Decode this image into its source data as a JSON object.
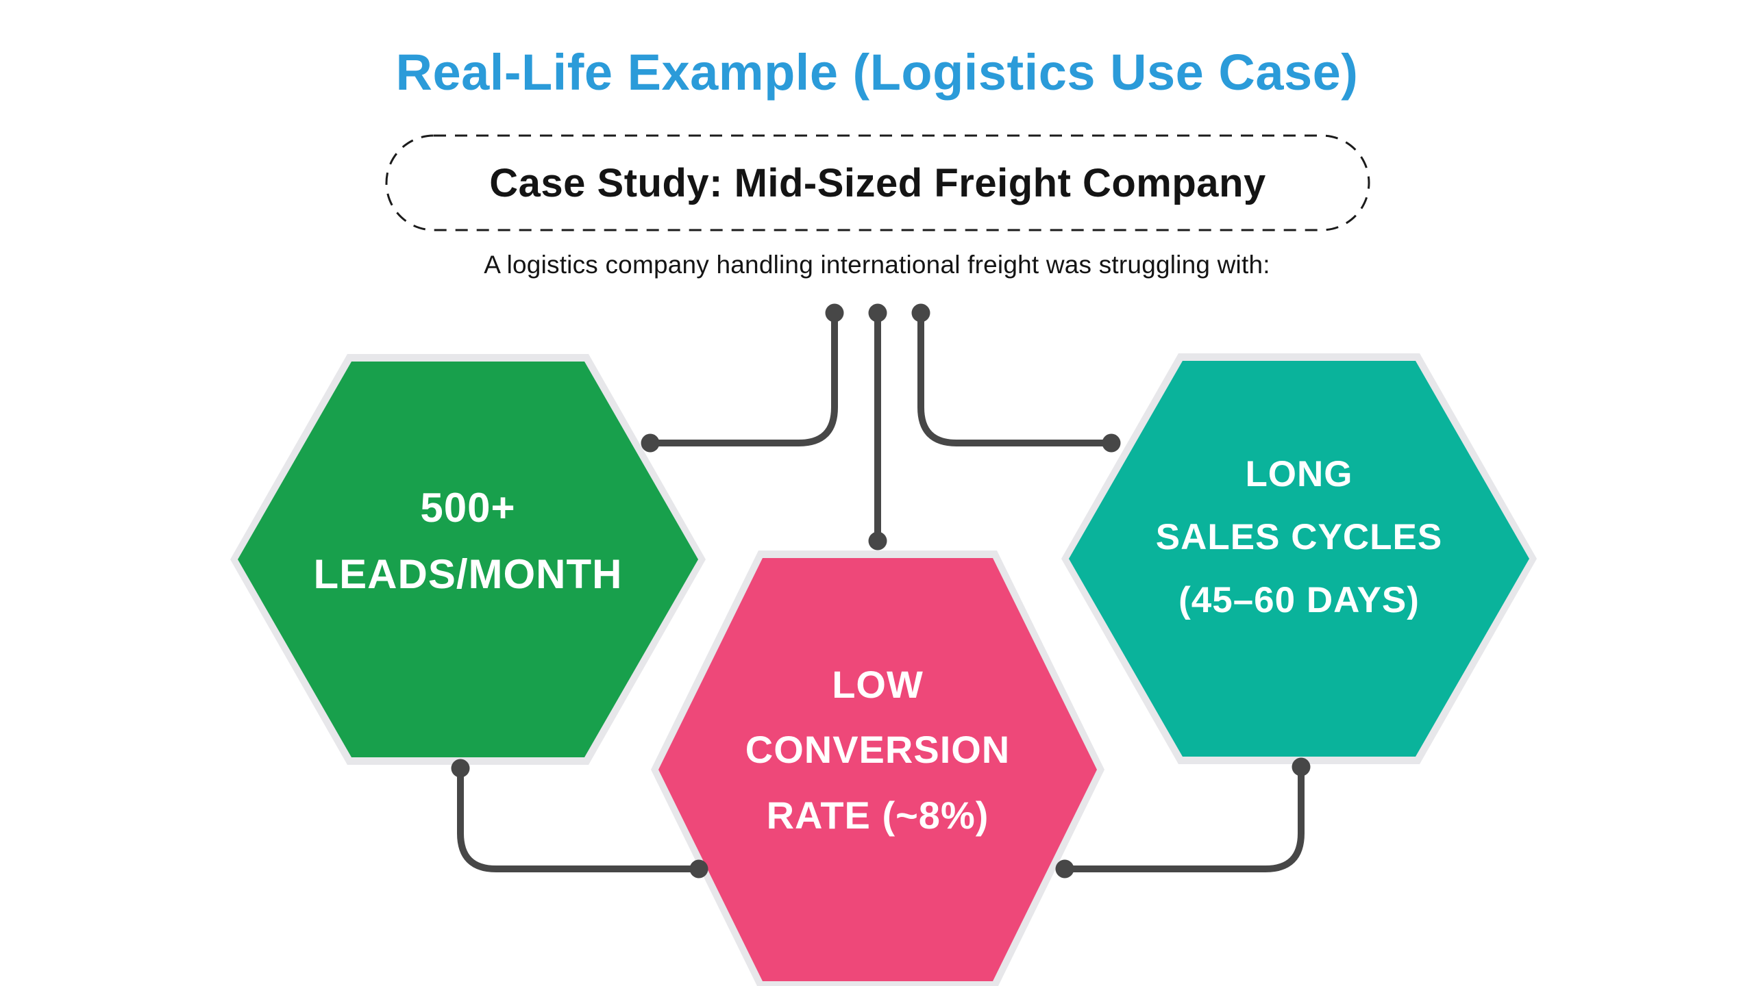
{
  "header": {
    "title": "Real-Life Example (Logistics Use Case)",
    "title_color": "#2B9BD9",
    "case_study_label": "Case Study: Mid-Sized Freight Company",
    "subtitle": "A logistics company handling international freight was struggling with:"
  },
  "colors": {
    "background": "#FFFFFF",
    "text_dark": "#141414",
    "dashed_border": "#1B1B1B",
    "hexagon_ring": "#E7E7EA",
    "hexagon_halo": "#FFFFFF",
    "connector": "#474747",
    "green": "#18A04C",
    "pink": "#EE4879",
    "teal": "#0AB39B"
  },
  "hexagons": [
    {
      "id": "leads-per-month",
      "color": "#18A04C",
      "label_lines": [
        "500+",
        "LEADS/MONTH"
      ]
    },
    {
      "id": "low-conversion-rate",
      "color": "#EE4879",
      "label_lines": [
        "LOW",
        "CONVERSION",
        "RATE (~8%)"
      ]
    },
    {
      "id": "long-sales-cycles",
      "color": "#0AB39B",
      "label_lines": [
        "LONG",
        "SALES CYCLES",
        "(45–60 DAYS)"
      ]
    }
  ]
}
